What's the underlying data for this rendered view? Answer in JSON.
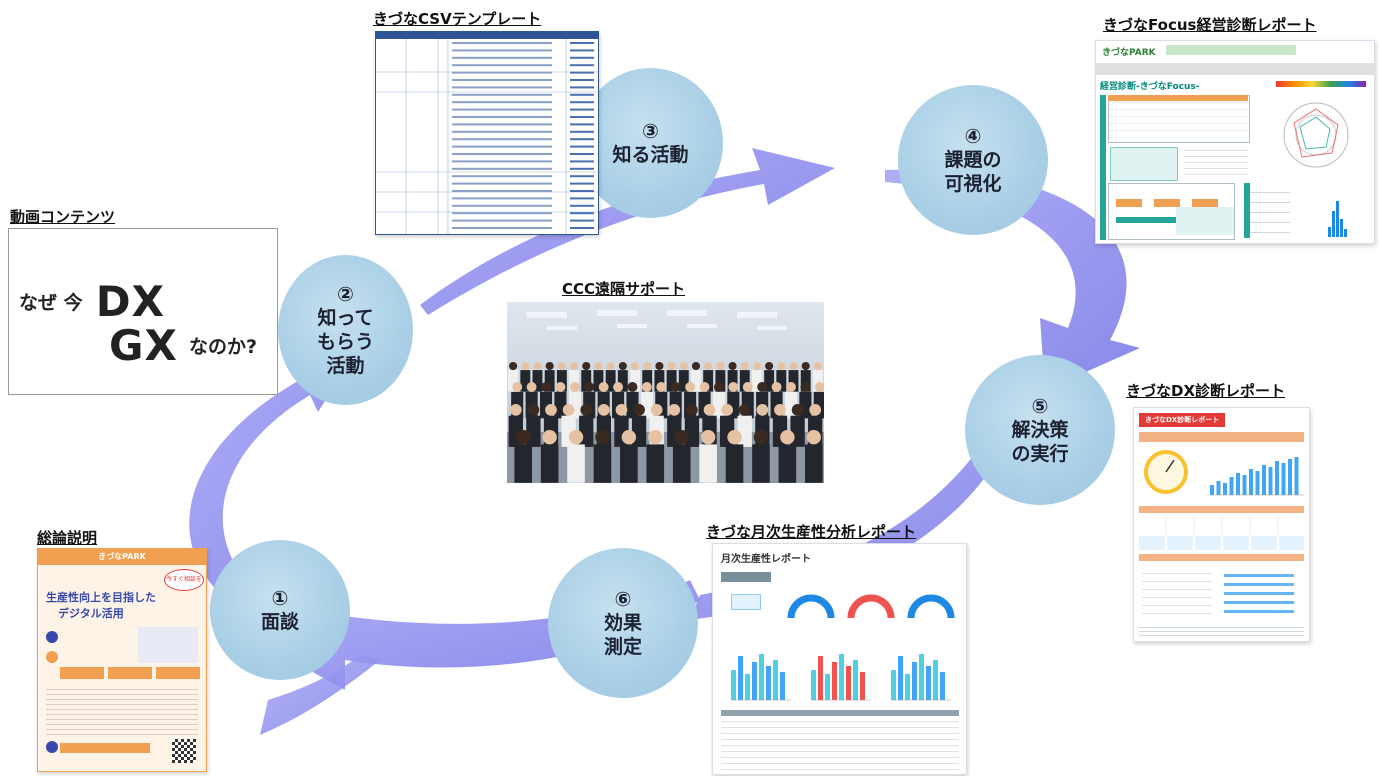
{
  "steps": [
    {
      "num": "①",
      "text": "面談"
    },
    {
      "num": "②",
      "text": "知って\nもらう\n活動"
    },
    {
      "num": "③",
      "text": "知る活動"
    },
    {
      "num": "④",
      "text": "課題の\n可視化"
    },
    {
      "num": "⑤",
      "text": "解決策\nの実行"
    },
    {
      "num": "⑥",
      "text": "効果\n測定"
    }
  ],
  "materials": {
    "video": {
      "label": "動画コンテンツ",
      "line1_a": "なぜ 今",
      "line1_b": "DX",
      "line2_a": "GX",
      "line2_b": "なのか?"
    },
    "csv_label": "きづなCSVテンプレート",
    "focus_label": "きづなFocus経営診断レポート",
    "focus_brand": "きづなPARK",
    "focus_title": "経営診断-きづなFocus-",
    "ccc_label": "CCC遠隔サポート",
    "dx_label": "きづなDX診断レポート",
    "dx_header": "きづなDX診断レポート",
    "monthly_label": "きづな月次生産性分析レポート",
    "monthly_title": "月次生産性レポート",
    "overview_label": "総論説明",
    "flyer_brand": "きづなPARK",
    "flyer_title1": "生産性向上を目指した",
    "flyer_title2": "デジタル活用",
    "flyer_badge": "今すぐ相談を"
  },
  "colors": {
    "arrow": "#8f8ef0",
    "circle": "#a9cfe6",
    "csv_header": "#2f5597",
    "orange": "#f0a050",
    "teal": "#26a69a",
    "dx_red": "#e53935"
  }
}
